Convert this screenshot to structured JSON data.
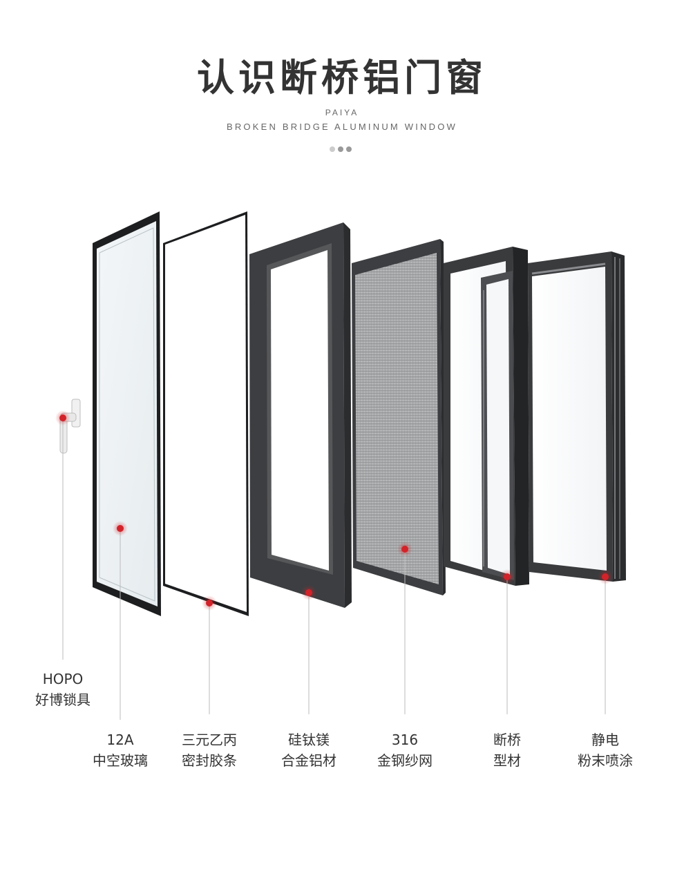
{
  "header": {
    "title": "认识断桥铝门窗",
    "brand": "PAIYA",
    "subtitle": "BROKEN BRIDGE ALUMINUM WINDOW"
  },
  "colors": {
    "frame_dark": "#3a3b3d",
    "frame_mid": "#55575a",
    "marker_red": "#d2232a",
    "line_gray": "#bbbbbb"
  },
  "components": [
    {
      "line1": "HOPO",
      "line2": "好博锁具"
    },
    {
      "line1": "12A",
      "line2": "中空玻璃"
    },
    {
      "line1": "三元乙丙",
      "line2": "密封胶条"
    },
    {
      "line1": "硅钛镁",
      "line2": "合金铝材"
    },
    {
      "line1": "316",
      "line2": "金钢纱网"
    },
    {
      "line1": "断桥",
      "line2": "型材"
    },
    {
      "line1": "静电",
      "line2": "粉末喷涂"
    }
  ]
}
